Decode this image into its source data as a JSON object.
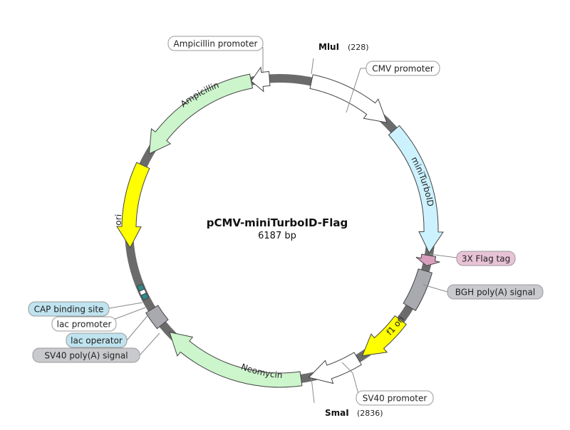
{
  "plasmid": {
    "name": "pCMV-miniTurboID-Flag",
    "size_label": "6187 bp"
  },
  "colors": {
    "backbone": "#6b6b6b",
    "white_feature": "#ffffff",
    "green_feature": "#ccf5cc",
    "yellow_feature": "#ffff00",
    "cyan_feature": "#ccf2ff",
    "pink_feature": "#d9a0bd",
    "grey_feature": "#a8aab0",
    "teal_feature": "#2e8a8a",
    "outline": "#444444"
  },
  "features": [
    {
      "name": "CMV promoter",
      "color": "white_feature",
      "direction": "cw",
      "labeled_on_arc": false
    },
    {
      "name": "miniTurboID",
      "color": "cyan_feature",
      "direction": "cw",
      "labeled_on_arc": true
    },
    {
      "name": "3X Flag tag",
      "color": "pink_feature",
      "direction": "cw",
      "labeled_on_arc": false
    },
    {
      "name": "BGH poly(A) signal",
      "color": "grey_feature",
      "direction": "none",
      "labeled_on_arc": false
    },
    {
      "name": "f1 ori",
      "color": "yellow_feature",
      "direction": "cw",
      "labeled_on_arc": true
    },
    {
      "name": "SV40 promoter",
      "color": "white_feature",
      "direction": "cw",
      "labeled_on_arc": false
    },
    {
      "name": "Neomycin",
      "color": "green_feature",
      "direction": "cw",
      "labeled_on_arc": true
    },
    {
      "name": "SV40 poly(A) signal",
      "color": "grey_feature",
      "direction": "none",
      "labeled_on_arc": false
    },
    {
      "name": "lac operator",
      "color": "teal_feature",
      "direction": "none",
      "labeled_on_arc": false
    },
    {
      "name": "lac promoter",
      "color": "white_feature",
      "direction": "none",
      "labeled_on_arc": false
    },
    {
      "name": "CAP binding site",
      "color": "teal_feature",
      "direction": "none",
      "labeled_on_arc": false
    },
    {
      "name": "ori",
      "color": "yellow_feature",
      "direction": "ccw",
      "labeled_on_arc": true
    },
    {
      "name": "Ampicillin",
      "color": "green_feature",
      "direction": "ccw",
      "labeled_on_arc": true
    },
    {
      "name": "Ampicillin promoter",
      "color": "white_feature",
      "direction": "ccw",
      "labeled_on_arc": false
    }
  ],
  "callouts": [
    {
      "text": "Ampicillin promoter",
      "fill": "#ffffff"
    },
    {
      "text": "CMV promoter",
      "fill": "#ffffff"
    },
    {
      "text": "3X Flag tag",
      "fill": "#e8c3d6"
    },
    {
      "text": "BGH poly(A) signal",
      "fill": "#c9cacd"
    },
    {
      "text": "SV40 promoter",
      "fill": "#ffffff"
    },
    {
      "text": "CAP binding site",
      "fill": "#bfe3ef"
    },
    {
      "text": "lac promoter",
      "fill": "#ffffff"
    },
    {
      "text": "lac operator",
      "fill": "#bfe3ef"
    },
    {
      "text": "SV40 poly(A) signal",
      "fill": "#c9cacd"
    }
  ],
  "sites": [
    {
      "name": "MluI",
      "position": "(228)"
    },
    {
      "name": "SmaI",
      "position": "(2836)"
    }
  ]
}
